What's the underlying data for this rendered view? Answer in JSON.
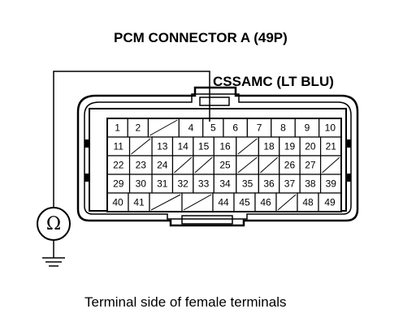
{
  "title": "PCM CONNECTOR A (49P)",
  "wire_label": "CSSAMC (LT BLU)",
  "caption": "Terminal side of female terminals",
  "meter_symbol": "Ω",
  "meter_icon": "ohmmeter-icon",
  "ground_icon": "ground-icon",
  "probe_terminal": "5",
  "rows": [
    [
      "1",
      "2",
      "",
      "4",
      "5",
      "6",
      "7",
      "8",
      "9",
      "10"
    ],
    [
      "11",
      "",
      "13",
      "14",
      "15",
      "16",
      "",
      "18",
      "19",
      "20",
      "21"
    ],
    [
      "22",
      "23",
      "24",
      "",
      "",
      "25",
      "",
      "",
      "26",
      "27",
      ""
    ],
    [
      "29",
      "30",
      "31",
      "32",
      "33",
      "34",
      "35",
      "36",
      "37",
      "38",
      "39"
    ],
    [
      "40",
      "41",
      "",
      "",
      "44",
      "45",
      "46",
      "",
      "48",
      "49"
    ]
  ]
}
